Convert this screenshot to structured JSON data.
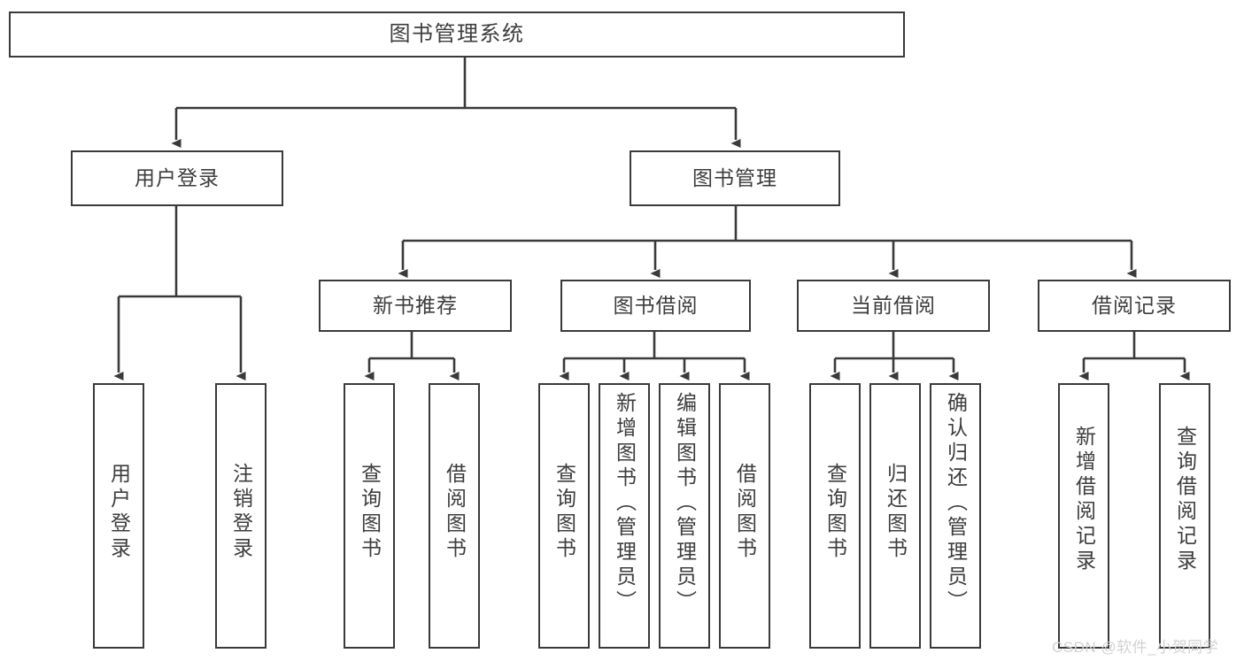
{
  "diagram": {
    "title": "图书管理系统",
    "type": "function-structure-tree",
    "root": {
      "label": "图书管理系统"
    },
    "level2": [
      {
        "label": "用户登录"
      },
      {
        "label": "图书管理"
      }
    ],
    "level3": [
      {
        "label": "新书推荐"
      },
      {
        "label": "图书借阅"
      },
      {
        "label": "当前借阅"
      },
      {
        "label": "借阅记录"
      }
    ],
    "leaves": {
      "user_login": [
        {
          "label": "用户登录"
        },
        {
          "label": "注销登录"
        }
      ],
      "new_book_recommend": [
        {
          "label": "查询图书"
        },
        {
          "label": "借阅图书"
        }
      ],
      "book_borrow": [
        {
          "label": "查询图书"
        },
        {
          "label": "新增图书（管理员）"
        },
        {
          "label": "编辑图书（管理员）"
        },
        {
          "label": "借阅图书"
        }
      ],
      "current_borrow": [
        {
          "label": "查询图书"
        },
        {
          "label": "归还图书"
        },
        {
          "label": "确认归还（管理员）"
        }
      ],
      "borrow_record": [
        {
          "label": "新增借阅记录"
        },
        {
          "label": "查询借阅记录"
        }
      ]
    }
  },
  "watermark": {
    "text": "CSDN @软件_小贺同学"
  },
  "colors": {
    "stroke": "#3a3a3a",
    "text": "#3d3d3d",
    "background": "#ffffff",
    "watermark": "#d2d2d2"
  }
}
